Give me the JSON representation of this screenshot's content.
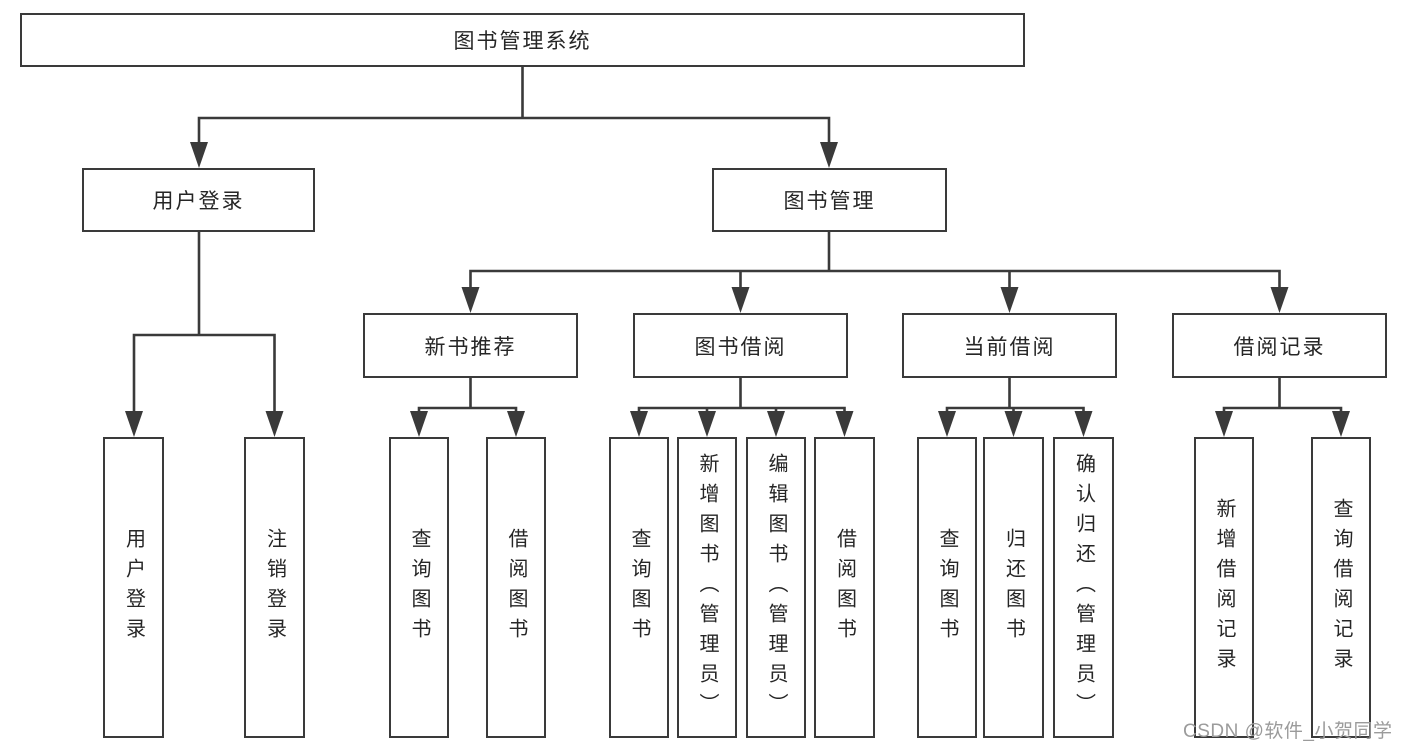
{
  "diagram": {
    "root": {
      "label": "图书管理系统"
    },
    "level2": {
      "user_login": {
        "label": "用户登录"
      },
      "book_mgmt": {
        "label": "图书管理"
      }
    },
    "level3": {
      "new_book": {
        "label": "新书推荐"
      },
      "book_borrow": {
        "label": "图书借阅"
      },
      "current_borrow": {
        "label": "当前借阅"
      },
      "borrow_record": {
        "label": "借阅记录"
      }
    },
    "leaves": {
      "user_login_login": {
        "label": "用户登录"
      },
      "user_login_logout": {
        "label": "注销登录"
      },
      "new_book_query": {
        "label": "查询图书"
      },
      "new_book_borrow": {
        "label": "借阅图书"
      },
      "borrow_query": {
        "label": "查询图书"
      },
      "borrow_add": {
        "label": "新增图书（管理员）"
      },
      "borrow_edit": {
        "label": "编辑图书（管理员）"
      },
      "borrow_borrow": {
        "label": "借阅图书"
      },
      "current_query": {
        "label": "查询图书"
      },
      "current_return": {
        "label": "归还图书"
      },
      "current_confirm": {
        "label": "确认归还（管理员）"
      },
      "record_add": {
        "label": "新增借阅记录"
      },
      "record_query": {
        "label": "查询借阅记录"
      }
    }
  },
  "watermark": {
    "text": "CSDN @软件_小贺同学"
  },
  "colors": {
    "line": "#3a3a3a",
    "text": "#262626",
    "watermark": "#9b9b9b",
    "background": "#ffffff"
  }
}
